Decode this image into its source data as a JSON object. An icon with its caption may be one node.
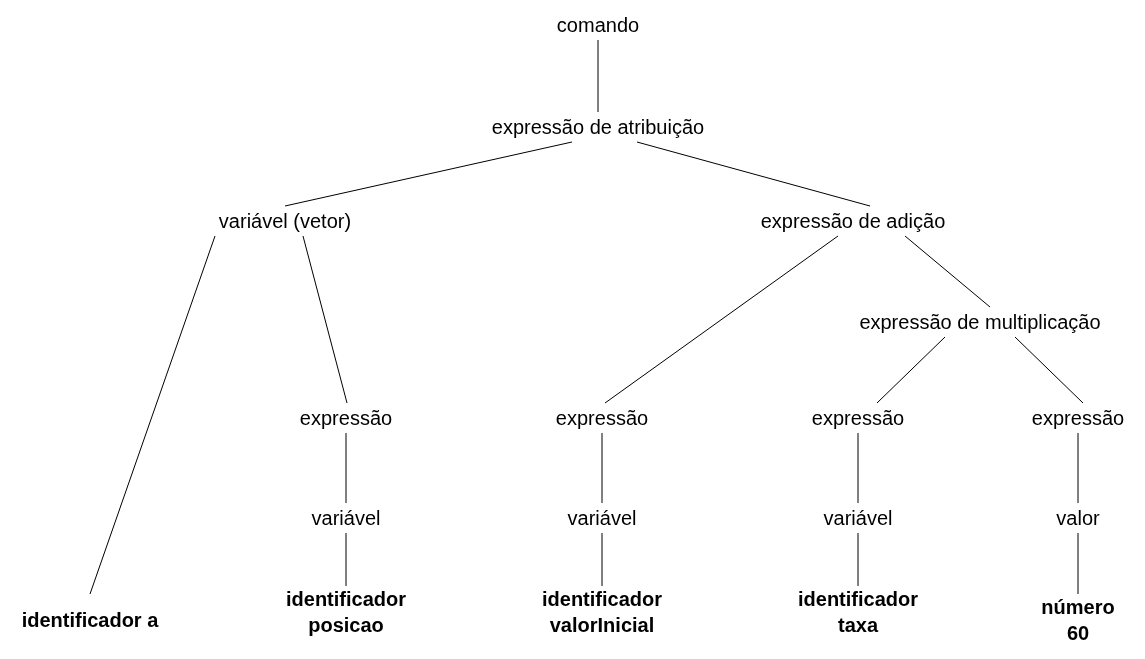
{
  "diagram": {
    "nodes": [
      {
        "text": [
          "comando"
        ]
      },
      {
        "text": [
          "expressão de atribuição"
        ]
      },
      {
        "text": [
          "variável (vetor)"
        ]
      },
      {
        "text": [
          "expressão de adição"
        ]
      },
      {
        "text": [
          "expressão de multiplicação"
        ]
      },
      {
        "text": [
          "expressão"
        ]
      },
      {
        "text": [
          "expressão"
        ]
      },
      {
        "text": [
          "expressão"
        ]
      },
      {
        "text": [
          "expressão"
        ]
      },
      {
        "text": [
          "variável"
        ]
      },
      {
        "text": [
          "variável"
        ]
      },
      {
        "text": [
          "variável"
        ]
      },
      {
        "text": [
          "valor"
        ]
      },
      {
        "text": [
          "identificador a"
        ]
      },
      {
        "text": [
          "identificador posicao"
        ]
      },
      {
        "text": [
          "identificador valorInicial"
        ]
      },
      {
        "text": [
          "identificador taxa"
        ]
      },
      {
        "text": [
          "número 60"
        ]
      }
    ],
    "edges": [
      {
        "from": 0,
        "to": 1,
        "arrow": "none"
      },
      {
        "from": 1,
        "to": 2,
        "arrow": "none"
      },
      {
        "from": 1,
        "to": 3,
        "arrow": "none"
      },
      {
        "from": 2,
        "to": 13,
        "arrow": "none"
      },
      {
        "from": 2,
        "to": 5,
        "arrow": "none"
      },
      {
        "from": 3,
        "to": 6,
        "arrow": "none"
      },
      {
        "from": 3,
        "to": 4,
        "arrow": "none"
      },
      {
        "from": 4,
        "to": 7,
        "arrow": "none"
      },
      {
        "from": 4,
        "to": 8,
        "arrow": "none"
      },
      {
        "from": 5,
        "to": 9,
        "arrow": "none"
      },
      {
        "from": 6,
        "to": 10,
        "arrow": "none"
      },
      {
        "from": 7,
        "to": 11,
        "arrow": "none"
      },
      {
        "from": 8,
        "to": 12,
        "arrow": "none"
      },
      {
        "from": 9,
        "to": 14,
        "arrow": "none"
      },
      {
        "from": 10,
        "to": 15,
        "arrow": "none"
      },
      {
        "from": 11,
        "to": 16,
        "arrow": "none"
      },
      {
        "from": 12,
        "to": 17,
        "arrow": "none"
      }
    ]
  }
}
